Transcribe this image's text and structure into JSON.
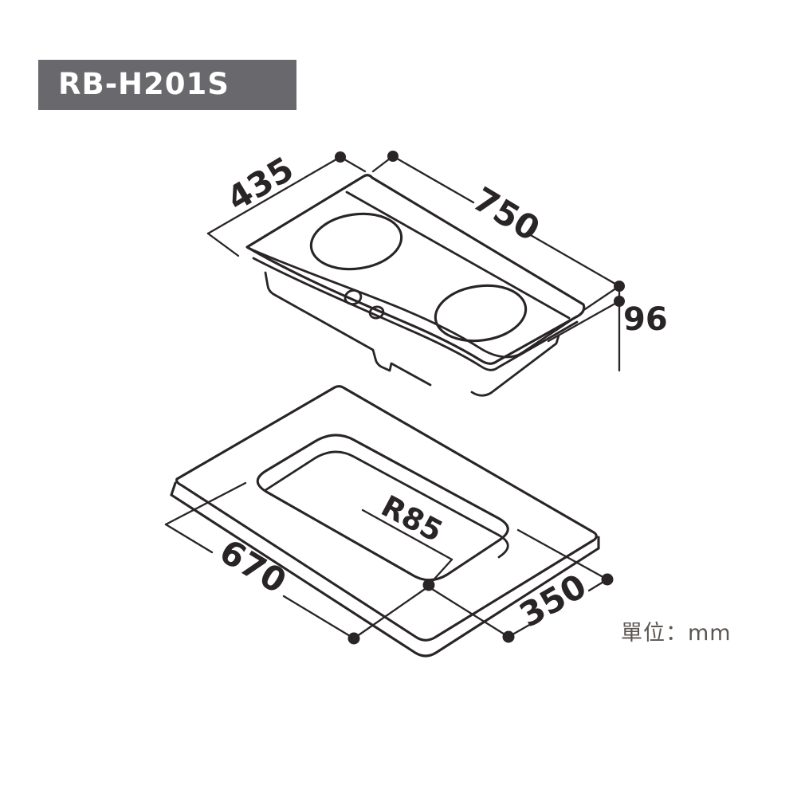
{
  "model_label": {
    "text": "RB-H201S"
  },
  "unit_note": {
    "text": "單位：mm"
  },
  "colors": {
    "line": "#292426",
    "label_bg": "#69686d",
    "label_text": "#ffffff",
    "note_text": "#5d564f"
  },
  "top_view": {
    "description": "two-burner hob isometric drawing",
    "width_mm": "435",
    "length_mm": "750",
    "height_mm": "96"
  },
  "cutout_view": {
    "description": "counter cutout isometric drawing",
    "length_mm": "670",
    "width_mm": "350",
    "corner_radius": "R85"
  }
}
